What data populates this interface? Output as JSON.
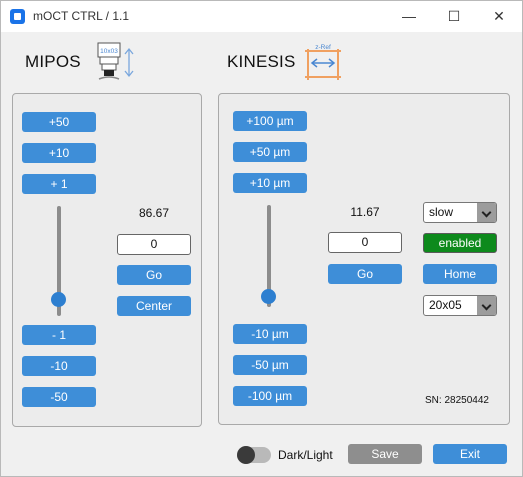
{
  "window": {
    "title": "mOCT CTRL / 1.1",
    "minimize": "—",
    "maximize": "☐",
    "close": "✕"
  },
  "mipos": {
    "title": "MIPOS",
    "icon_text": "10x03",
    "buttons_up": [
      "+50",
      "+10",
      "+ 1"
    ],
    "buttons_down": [
      "- 1",
      "-10",
      "-50"
    ],
    "slider_level": 0.85,
    "position": "86.67",
    "input_value": "0",
    "go_label": "Go",
    "center_label": "Center"
  },
  "kinesis": {
    "title": "KINESIS",
    "icon_text": "z-Ref",
    "buttons_up": [
      "+100 µm",
      "+50 µm",
      "+10 µm"
    ],
    "buttons_down": [
      "-10 µm",
      "-50 µm",
      "-100 µm"
    ],
    "slider_level": 0.9,
    "position": "11.67",
    "input_value": "0",
    "go_label": "Go",
    "speed_select": "slow",
    "enabled_label": "enabled",
    "home_label": "Home",
    "objective_select": "20x05",
    "serial": "SN: 28250442"
  },
  "footer": {
    "toggle_label": "Dark/Light",
    "save_label": "Save",
    "exit_label": "Exit"
  },
  "colors": {
    "accent": "#3e8ed8",
    "enabled": "#0d8a1c",
    "disabled": "#8e8e8e"
  }
}
